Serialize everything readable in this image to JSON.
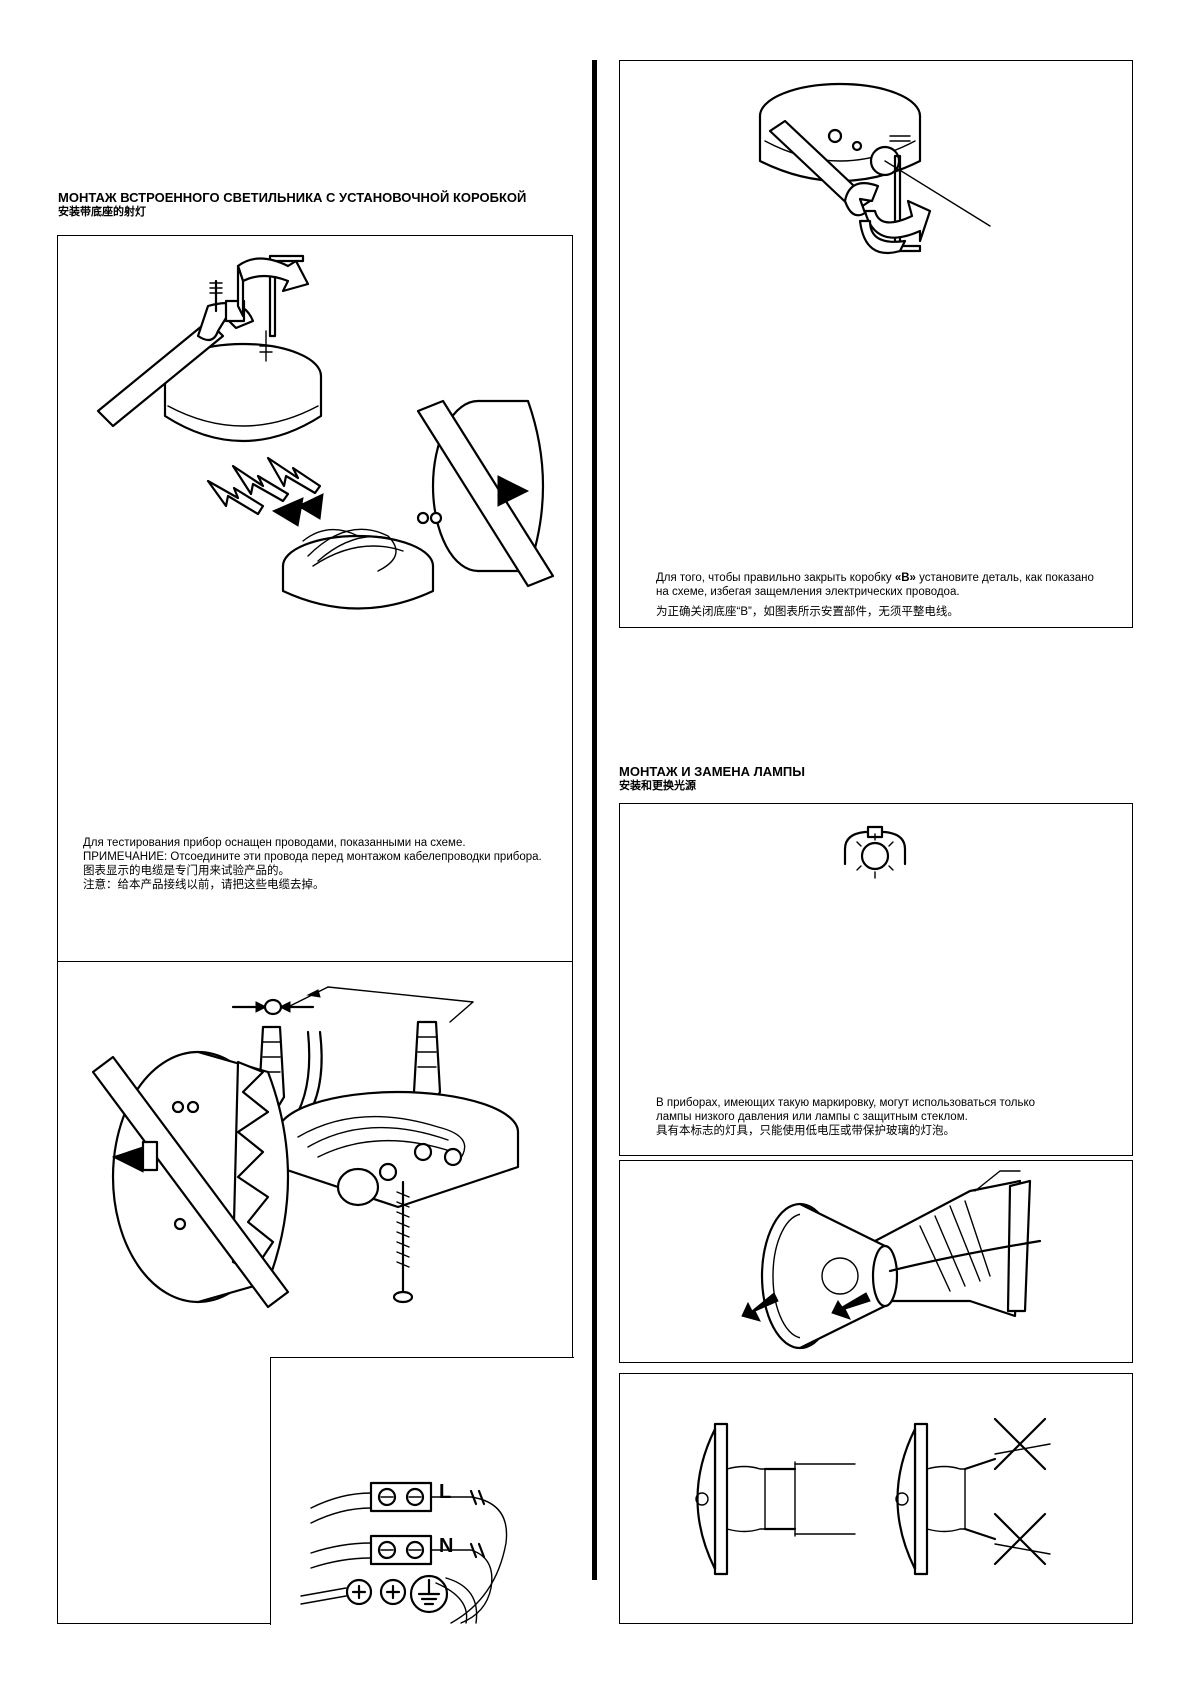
{
  "left": {
    "heading_ru": "МОНТАЖ ВСТРОЕННОГО СВЕТИЛЬНИКА С УСТАНОВОЧНОЙ КОРОБКОЙ",
    "heading_zh": "安装带底座的射灯",
    "wiring_caption": [
      "Для тестирования прибор оснащен проводами, показанными на схеме.",
      "ПРИМЕЧАНИЕ: Отсоедините эти провода перед монтажом кабелепроводки прибора.",
      "图表显示的电缆是专门用来试验产品的。",
      "注意：给本产品接线以前，请把这些电缆去掉。"
    ],
    "terminal_labels": [
      "L",
      "N"
    ]
  },
  "right": {
    "closing_caption_ru_before": "Для того, чтобы правильно закрыть коробку ",
    "closing_caption_ru_bold": "«B»",
    "closing_caption_ru_after": " установите деталь, как показано",
    "closing_caption_ru_line2": "на схеме, избегая защемления электрических проводоа.",
    "closing_caption_zh": "为正确关闭底座“B”，如图表所示安置部件，无须平整电线。",
    "lamp_heading_ru": "МОНТАЖ И ЗАМЕНА ЛАМПЫ",
    "lamp_heading_zh": "安装和更换光源",
    "lamp_caption": [
      "В приборах, имеющих такую маркировку, могут использоваться только",
      "лампы низкого давления или  лампы с защитным стеклом.",
      "具有本标志的灯具，只能使用低电压或带保护玻璃的灯泡。"
    ]
  },
  "icons": {
    "lamp_marking": "protected-lamp-symbol-icon",
    "wrench": "wrench-icon",
    "allen_key": "allen-key-icon",
    "cross": "cross-mark-icon",
    "earth": "earth-ground-icon"
  },
  "colors": {
    "ink": "#000000",
    "paper": "#ffffff"
  }
}
